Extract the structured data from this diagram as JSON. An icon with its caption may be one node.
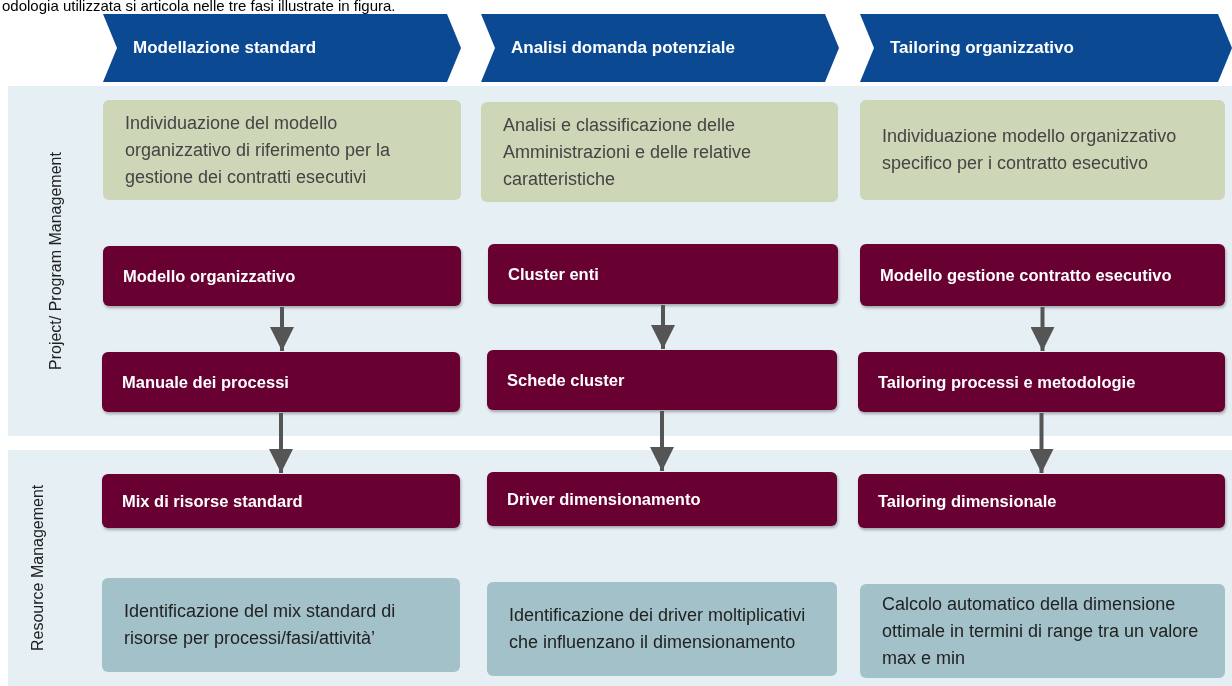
{
  "diagram": {
    "nodes": [
      {
        "text": [
          "Modellazione standard"
        ]
      },
      {
        "text": [
          "Analisi domanda potenziale"
        ]
      },
      {
        "text": [
          "Tailoring organizzativo"
        ]
      },
      {
        "text": [
          "Project/ Program Management"
        ]
      },
      {
        "text": [
          "Individuazione del modello organizzativo di riferimento per la gestione dei contratti esecutivi"
        ],
        "in": 3
      },
      {
        "text": [
          "Analisi e classificazione delle Amministrazioni e delle relative caratteristiche"
        ],
        "in": 3
      },
      {
        "text": [
          "Individuazione modello organizzativo specifico per i contratto esecutivo"
        ],
        "in": 3
      },
      {
        "text": [
          "Modello organizzativo"
        ],
        "in": 3
      },
      {
        "text": [
          "Cluster enti"
        ],
        "in": 3
      },
      {
        "text": [
          "Modello gestione contratto esecutivo"
        ],
        "in": 3
      },
      {
        "text": [
          "Manuale dei processi"
        ],
        "in": 3
      },
      {
        "text": [
          "Schede cluster"
        ],
        "in": 3
      },
      {
        "text": [
          "Tailoring processi e metodologie"
        ],
        "in": 3
      },
      {
        "text": [
          "Resource Management"
        ]
      },
      {
        "text": [
          "Mix di risorse standard"
        ],
        "in": 13
      },
      {
        "text": [
          "Driver dimensionamento"
        ],
        "in": 13
      },
      {
        "text": [
          "Tailoring dimensionale"
        ],
        "in": 13
      },
      {
        "text": [
          "Identificazione del mix standard di risorse per processi/fasi/attività’"
        ],
        "in": 13
      },
      {
        "text": [
          "Identificazione dei driver moltiplicativi che influenzano il dimensionamento"
        ],
        "in": 13
      },
      {
        "text": [
          "Calcolo automatico della dimensione ottimale in termini di range tra un valore max e min"
        ],
        "in": 13
      }
    ],
    "edges": [
      {
        "from": 7,
        "to": 10,
        "arrow": "to"
      },
      {
        "from": 8,
        "to": 11,
        "arrow": "to"
      },
      {
        "from": 9,
        "to": 12,
        "arrow": "to"
      },
      {
        "from": 10,
        "to": 14,
        "arrow": "to"
      },
      {
        "from": 11,
        "to": 15,
        "arrow": "to"
      },
      {
        "from": 12,
        "to": 16,
        "arrow": "to"
      }
    ],
    "labels": [
      "odologia utilizzata si articola nelle tre fasi illustrate in figura."
    ]
  }
}
